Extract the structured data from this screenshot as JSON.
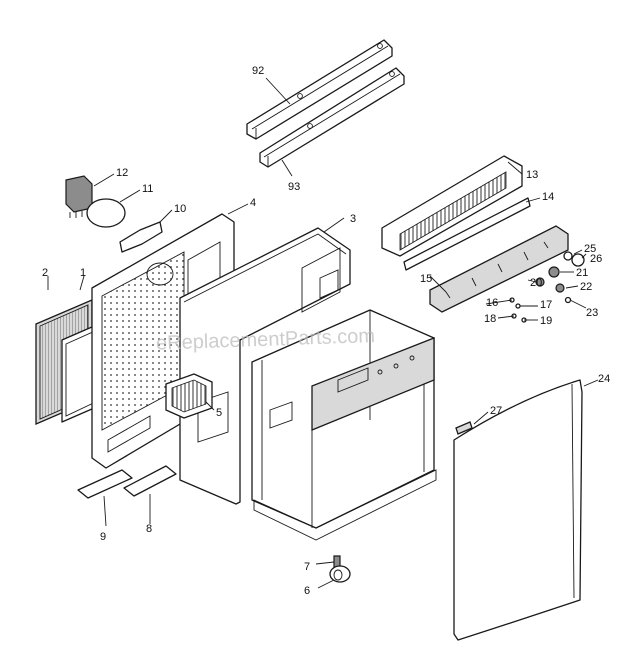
{
  "watermark": "eReplacementParts.com",
  "callouts": {
    "c1": "1",
    "c2": "2",
    "c3": "3",
    "c4": "4",
    "c5": "5",
    "c6": "6",
    "c7": "7",
    "c8": "8",
    "c9": "9",
    "c10": "10",
    "c11": "11",
    "c12": "12",
    "c13": "13",
    "c14": "14",
    "c15": "15",
    "c16": "16",
    "c17": "17",
    "c18": "18",
    "c19": "19",
    "c20": "20",
    "c21": "21",
    "c22": "22",
    "c23": "23",
    "c24": "24",
    "c25": "25",
    "c26": "26",
    "c27": "27",
    "c92": "92",
    "c93": "93"
  }
}
